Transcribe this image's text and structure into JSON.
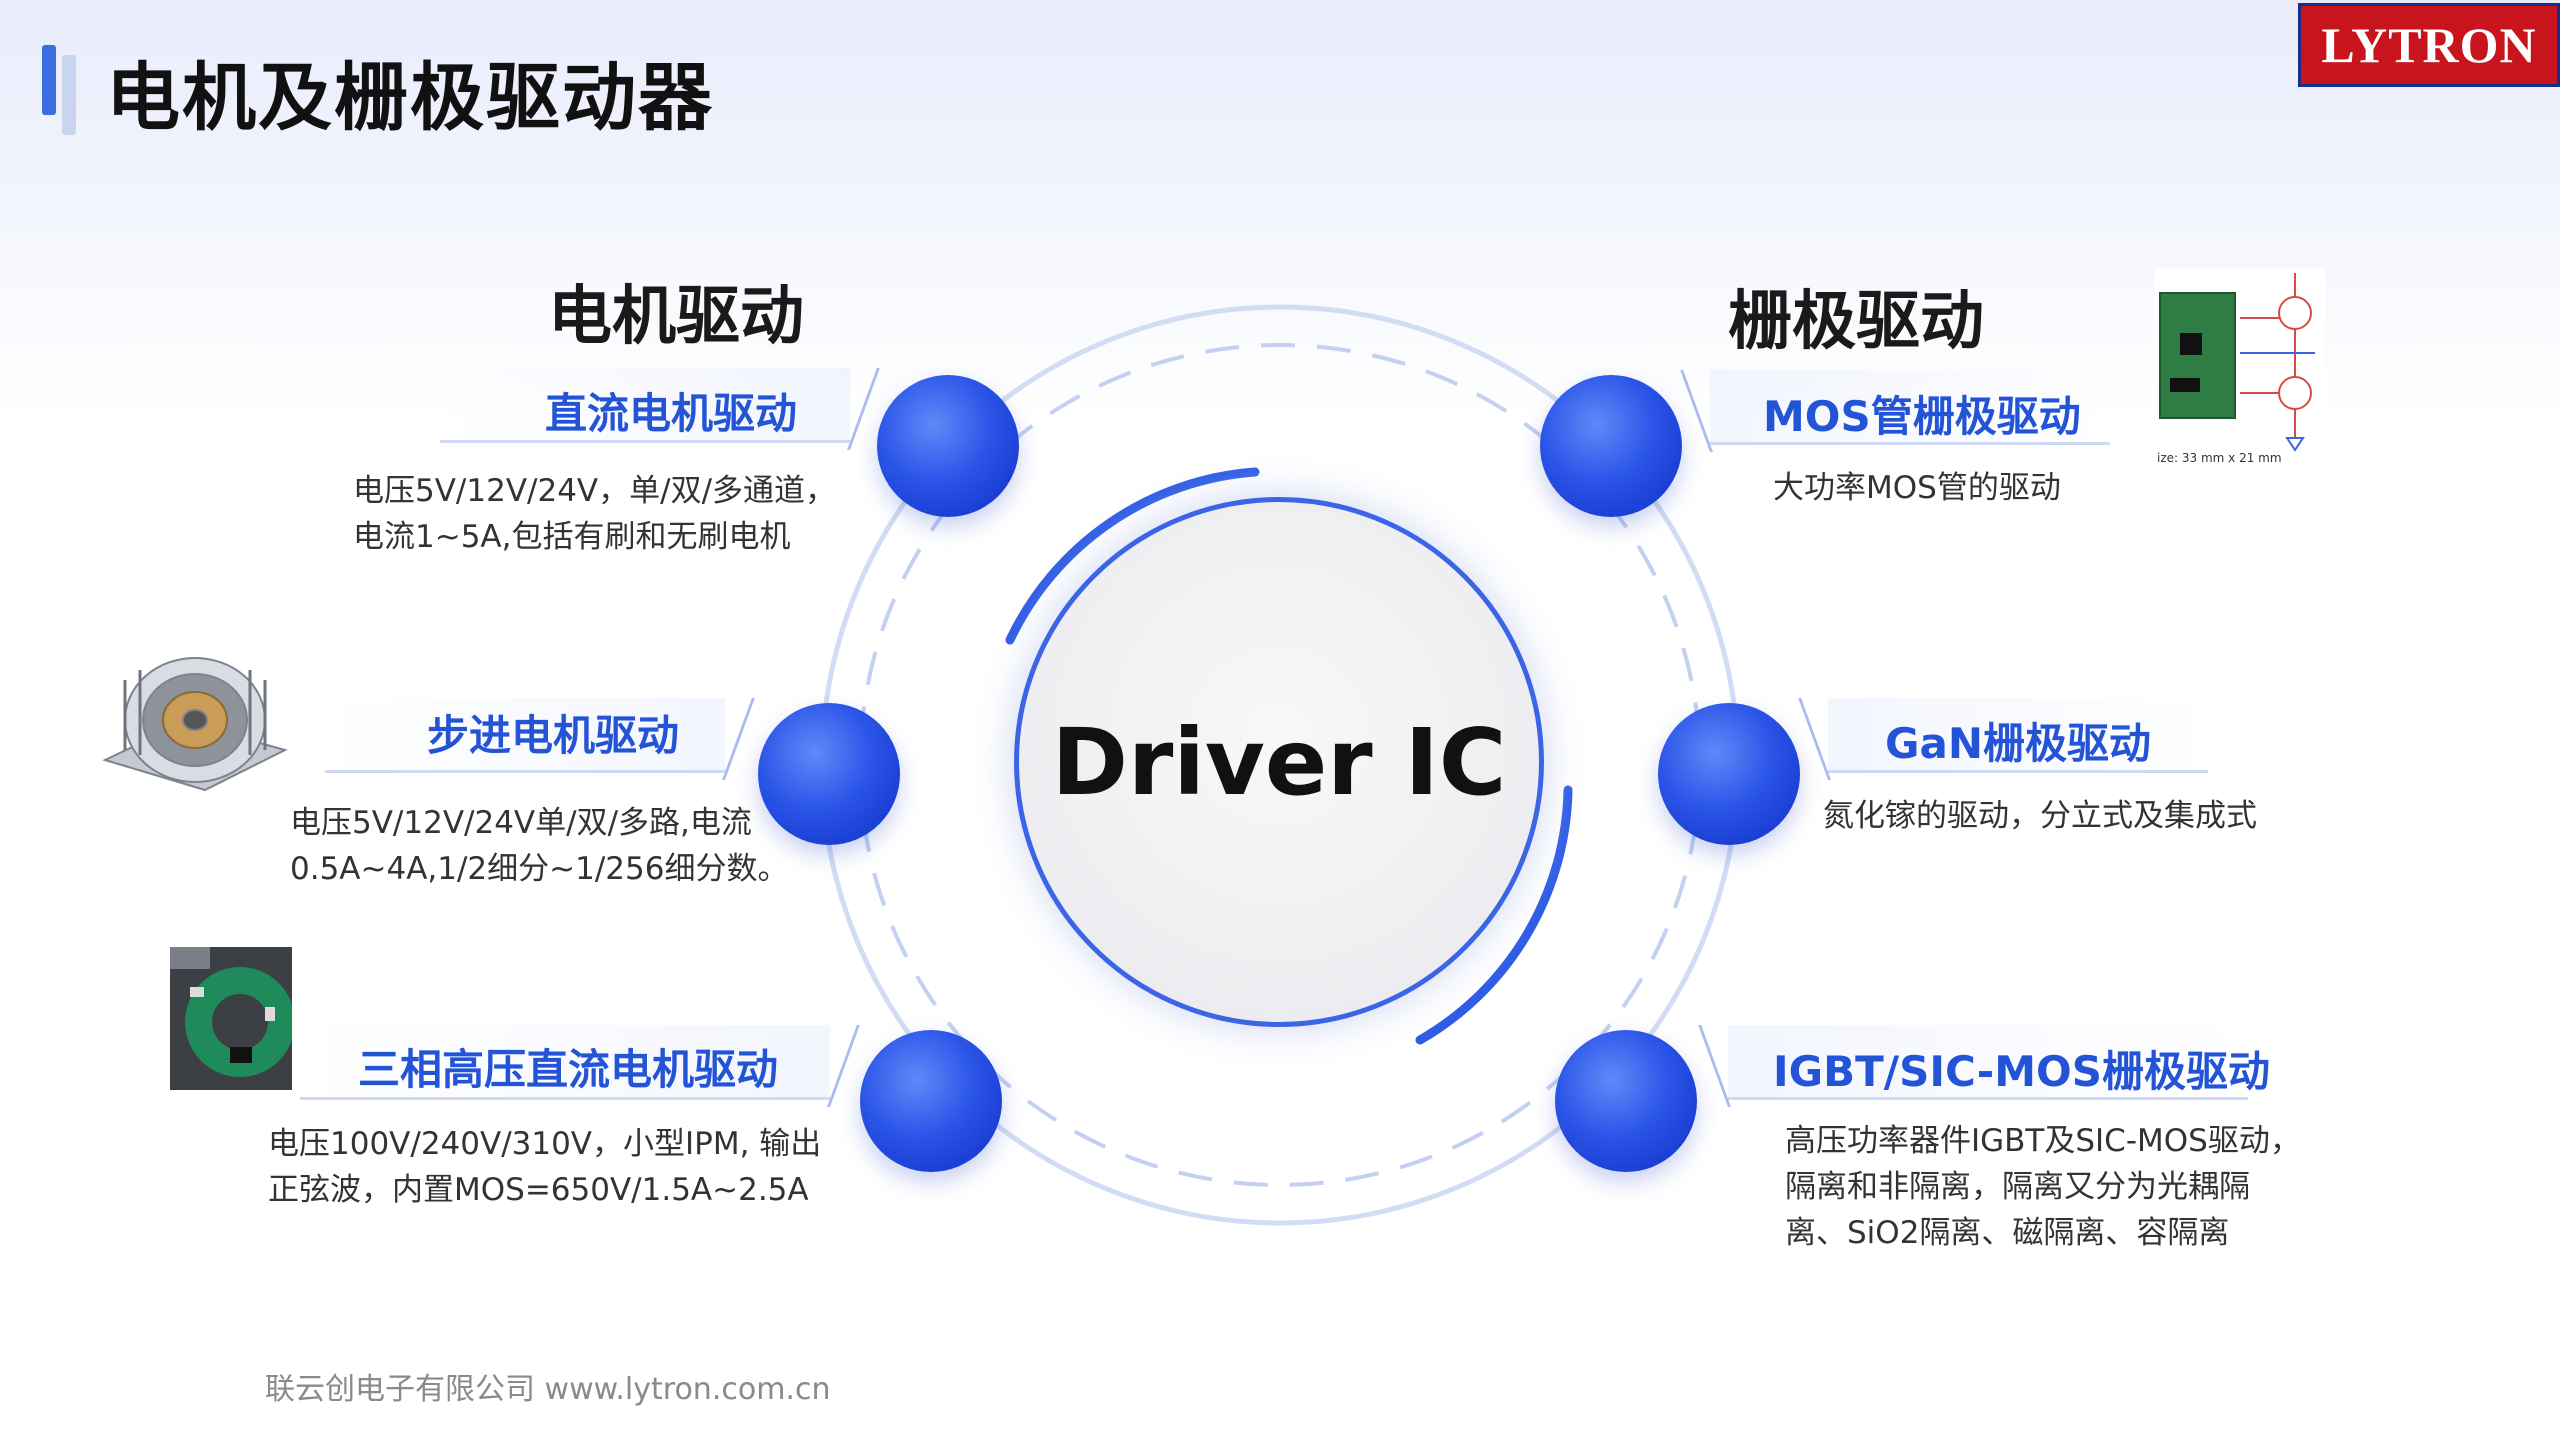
{
  "page": {
    "title": "电机及栅极驱动器"
  },
  "logo": {
    "text": "LYTRON"
  },
  "center": {
    "label": "Driver IC"
  },
  "left_section": {
    "heading": "电机驱动",
    "items": [
      {
        "label": "直流电机驱动",
        "desc": [
          "电压5V/12V/24V，单/双/多通道，",
          "电流1~5A,包括有刷和无刷电机"
        ]
      },
      {
        "label": "步进电机驱动",
        "desc": [
          "电压5V/12V/24V单/双/多路,电流",
          "0.5A~4A,1/2细分~1/256细分数。"
        ]
      },
      {
        "label": "三相高压直流电机驱动",
        "desc": [
          "电压100V/240V/310V，小型IPM, 输出",
          "正弦波，内置MOS=650V/1.5A~2.5A"
        ]
      }
    ]
  },
  "right_section": {
    "heading": "栅极驱动",
    "items": [
      {
        "label": "MOS管栅极驱动",
        "desc": [
          "大功率MOS管的驱动"
        ]
      },
      {
        "label": "GaN栅极驱动",
        "desc": [
          "氮化镓的驱动，分立式及集成式"
        ]
      },
      {
        "label": "IGBT/SIC-MOS栅极驱动",
        "desc": [
          "高压功率器件IGBT及SIC-MOS驱动，",
          "隔离和非隔离，隔离又分为光耦隔",
          "离、SiO2隔离、磁隔离、容隔离"
        ]
      }
    ]
  },
  "images": {
    "gate_board_caption": "ize: 33 mm x 21 mm"
  },
  "footer": {
    "text": "联云创电子有限公司 www.lytron.com.cn"
  },
  "colors": {
    "accent": "#2454d6",
    "orb": "#2b55e8",
    "logo_bg": "#c8141c"
  }
}
